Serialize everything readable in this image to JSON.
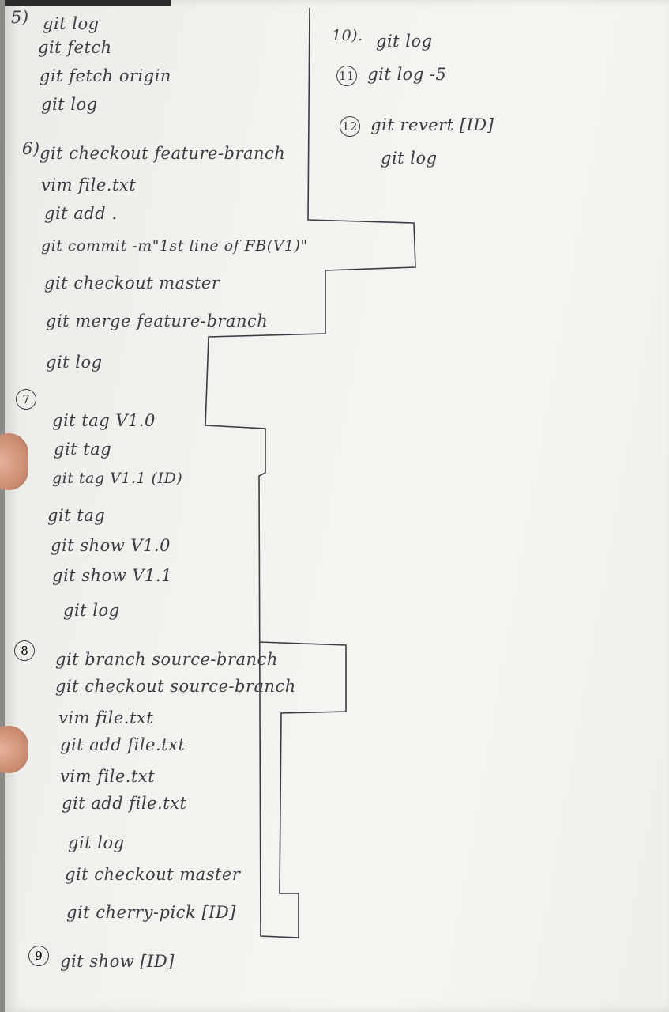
{
  "colors": {
    "ink": "#3b3d45",
    "paper": "#f3f2ee"
  },
  "sections": {
    "s5": {
      "label": "5)",
      "lines": [
        "git log",
        "git fetch",
        "git fetch origin",
        "git log"
      ]
    },
    "s6": {
      "label": "6)",
      "lines": [
        "git checkout feature-branch",
        "vim file.txt",
        "git add .",
        "git commit -m\"1st line of FB(V1)\"",
        "git checkout master",
        "git merge feature-branch",
        "git log"
      ]
    },
    "s7": {
      "label": "7",
      "lines": [
        "git tag V1.0",
        "git tag",
        "git tag V1.1 (ID)",
        "git tag",
        "git show V1.0",
        "git show V1.1",
        "git log"
      ]
    },
    "s8": {
      "label": "8",
      "lines": [
        "git branch source-branch",
        "git checkout source-branch",
        "vim file.txt",
        "git add file.txt",
        "vim file.txt",
        "git add file.txt",
        "git log",
        "git checkout master",
        "git cherry-pick [ID]"
      ]
    },
    "s9": {
      "label": "9",
      "lines": [
        "git show [ID]"
      ]
    },
    "s10": {
      "label": "10).",
      "lines": [
        "git log"
      ]
    },
    "s11": {
      "label": "11",
      "lines": [
        "git log -5"
      ]
    },
    "s12": {
      "label": "12",
      "lines": [
        "git revert [ID]",
        "git log"
      ]
    }
  }
}
